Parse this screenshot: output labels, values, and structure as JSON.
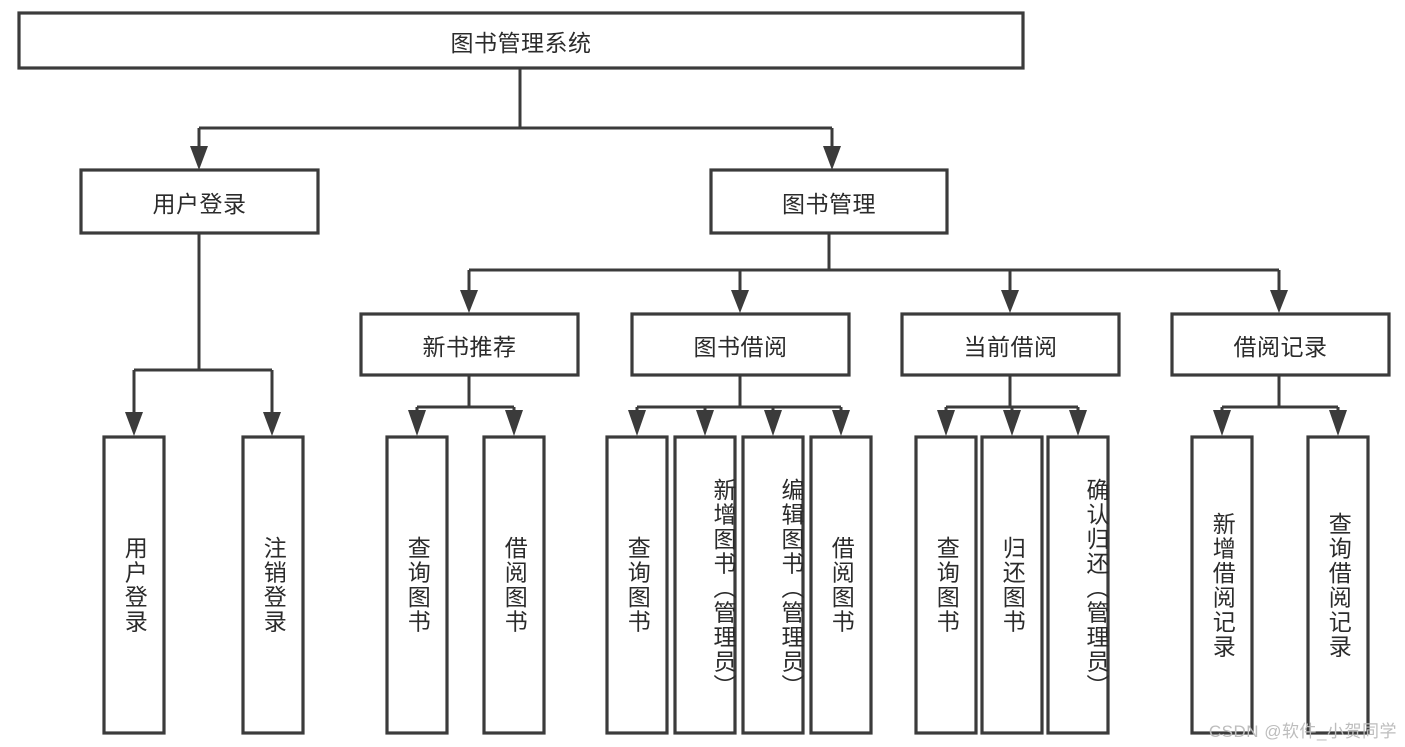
{
  "diagram": {
    "title": "图书管理系统",
    "type": "tree-hierarchy",
    "watermark": "CSDN @软件_小贺同学",
    "colors": {
      "box_stroke": "#3b3b3b",
      "box_fill": "#ffffff",
      "connector": "#3b3b3b",
      "text": "#2b2b2b",
      "background": "#ffffff",
      "watermark": "#bdbdbd"
    },
    "root": {
      "label": "图书管理系统"
    },
    "level1": [
      {
        "label": "用户登录"
      },
      {
        "label": "图书管理"
      }
    ],
    "level2": [
      {
        "label": "新书推荐"
      },
      {
        "label": "图书借阅"
      },
      {
        "label": "当前借阅"
      },
      {
        "label": "借阅记录"
      }
    ],
    "leaves": {
      "user_login": [
        {
          "label": "用户登录"
        },
        {
          "label": "注销登录"
        }
      ],
      "new_book_recommend": [
        {
          "label": "查询图书"
        },
        {
          "label": "借阅图书"
        }
      ],
      "book_borrow": [
        {
          "label": "查询图书"
        },
        {
          "label": "新增图书（管理员）"
        },
        {
          "label": "编辑图书（管理员）"
        },
        {
          "label": "借阅图书"
        }
      ],
      "current_borrow": [
        {
          "label": "查询图书"
        },
        {
          "label": "归还图书"
        },
        {
          "label": "确认归还（管理员）"
        }
      ],
      "borrow_record": [
        {
          "label": "新增借阅记录"
        },
        {
          "label": "查询借阅记录"
        }
      ]
    }
  }
}
